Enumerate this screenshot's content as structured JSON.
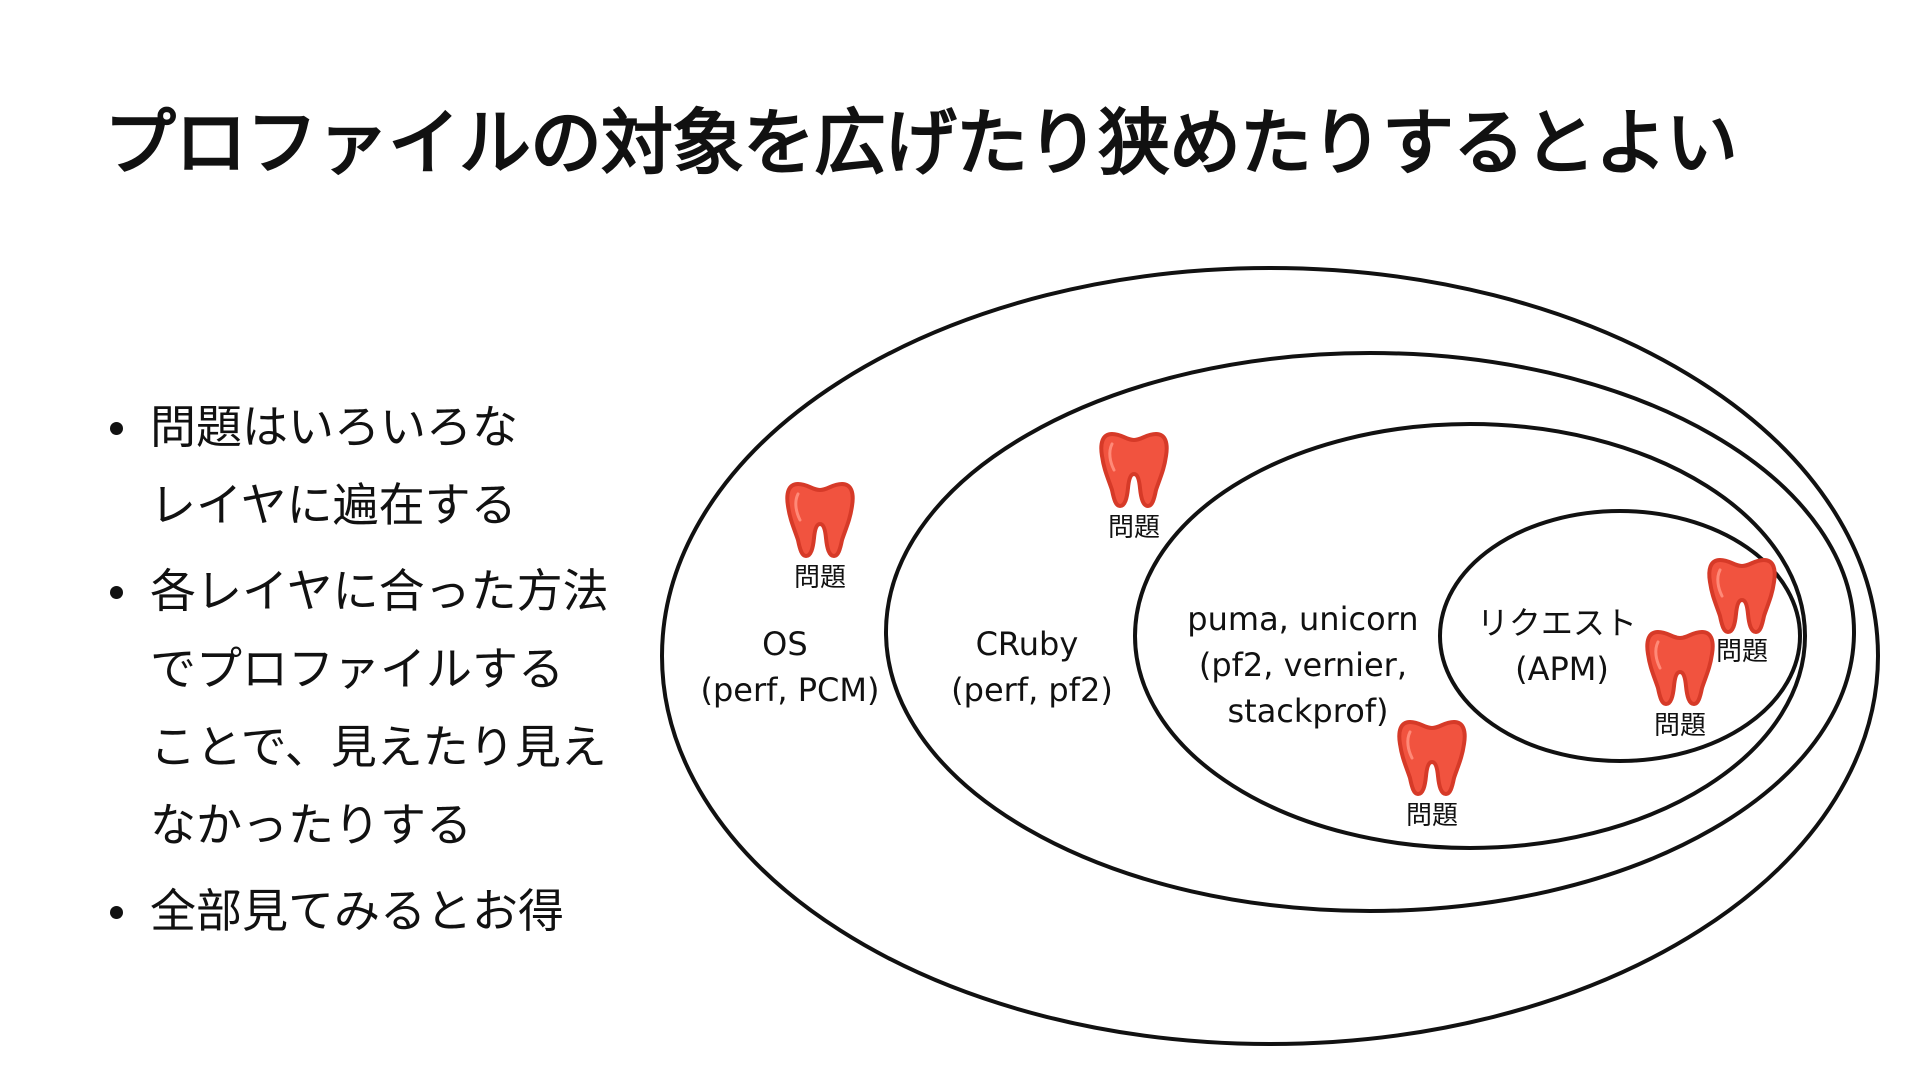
{
  "title": "プロファイルの対象を広げたり狭めたりするとよい",
  "bullets": [
    {
      "lines": [
        "問題はいろいろな",
        "レイヤに遍在する"
      ]
    },
    {
      "lines": [
        "各レイヤに合った方法",
        "でプロファイルする",
        "ことで、見えたり見え",
        "なかったりする"
      ]
    },
    {
      "lines": [
        "全部見てみるとお得"
      ]
    }
  ],
  "diagram": {
    "layers": [
      {
        "id": "os",
        "lines": [
          "OS",
          "(perf, PCM)"
        ]
      },
      {
        "id": "cruby",
        "lines": [
          "CRuby",
          "(perf, pf2)"
        ]
      },
      {
        "id": "server",
        "lines": [
          "puma, unicorn",
          "(pf2, vernier,",
          "stackprof)"
        ]
      },
      {
        "id": "request",
        "lines": [
          "リクエスト",
          "(APM)"
        ]
      }
    ],
    "problem_label": "問題",
    "problem_icon": "tooth-icon",
    "problem_color": "#f1533f"
  }
}
